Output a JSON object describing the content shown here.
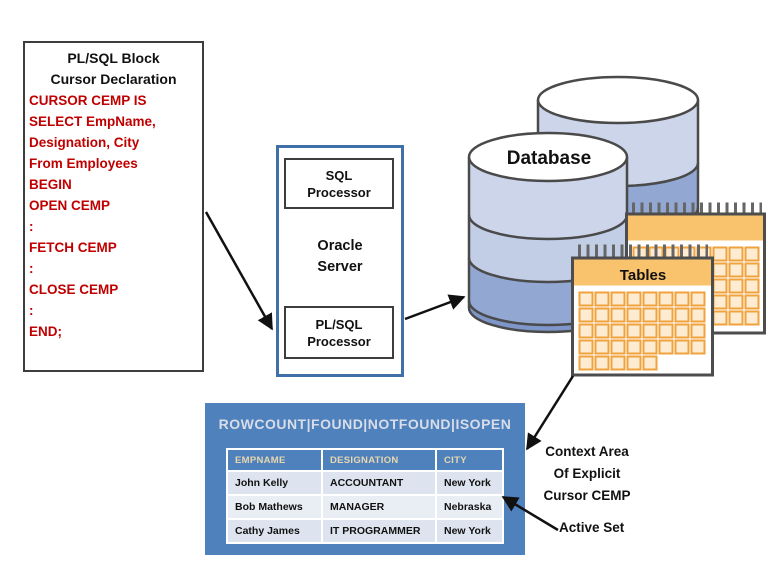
{
  "colors": {
    "code_red": "#c00000",
    "steel_blue": "#4f81bd",
    "oracle_border_blue": "#4170a8",
    "cylinder_light": "#cdd5ea",
    "cylinder_light2": "#c2cde6",
    "cylinder_mid": "#92a7d2",
    "cylinder_dark": "#7e96c9",
    "calendar_header_orange": "#f9c36d",
    "calendar_cell_fill": "#fdecd2",
    "calendar_grid_orange": "#f0a23c"
  },
  "plsql_block": {
    "title_lines": [
      "PL/SQL Block",
      "Cursor Declaration"
    ],
    "code_lines": [
      "CURSOR CEMP IS",
      "SELECT EmpName,",
      "Designation, City",
      "From Employees",
      "BEGIN",
      "OPEN CEMP",
      ":",
      "FETCH CEMP",
      ":",
      "CLOSE CEMP",
      ":",
      "END;"
    ]
  },
  "oracle_server": {
    "label_line1": "Oracle",
    "label_line2": "Server",
    "sql_processor": {
      "line1": "SQL",
      "line2": "Processor"
    },
    "plsql_processor": {
      "line1": "PL/SQL",
      "line2": "Processor"
    }
  },
  "database": {
    "label": "Database"
  },
  "tables_icon": {
    "label": "Tables"
  },
  "context_area": {
    "title": "ROWCOUNT|FOUND|NOTFOUND|ISOPEN",
    "table": {
      "headers": [
        "EMPNAME",
        "DESIGNATION",
        "CITY"
      ],
      "rows": [
        [
          "John Kelly",
          "ACCOUNTANT",
          "New York"
        ],
        [
          "Bob Mathews",
          "MANAGER",
          "Nebraska"
        ],
        [
          "Cathy James",
          "IT PROGRAMMER",
          "New York"
        ]
      ]
    }
  },
  "annotations": {
    "context_label_lines": [
      "Context Area",
      "Of Explicit",
      "Cursor CEMP"
    ],
    "active_set_label": "Active Set"
  }
}
